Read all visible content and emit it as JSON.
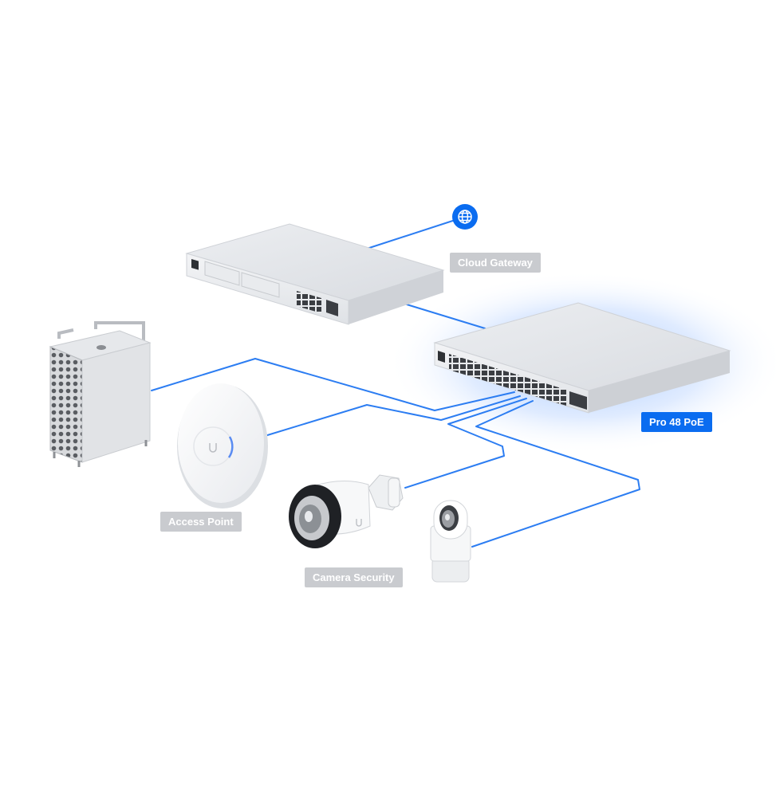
{
  "colors": {
    "cable": "#2c7df2",
    "accent": "#0a6cf0",
    "label_gray": "#c9cbcf",
    "device_body": "#e4e6ea",
    "glow": "#8fbaff"
  },
  "devices": {
    "internet": {
      "icon": "globe-icon"
    },
    "cloud_gateway": {
      "label": "Cloud Gateway"
    },
    "switch": {
      "label": "Pro 48 PoE",
      "highlighted": true
    },
    "workstation": {
      "label": ""
    },
    "access_point": {
      "label": "Access Point"
    },
    "bullet_camera": {
      "label": "Camera Security"
    },
    "dome_camera": {
      "label": ""
    }
  }
}
